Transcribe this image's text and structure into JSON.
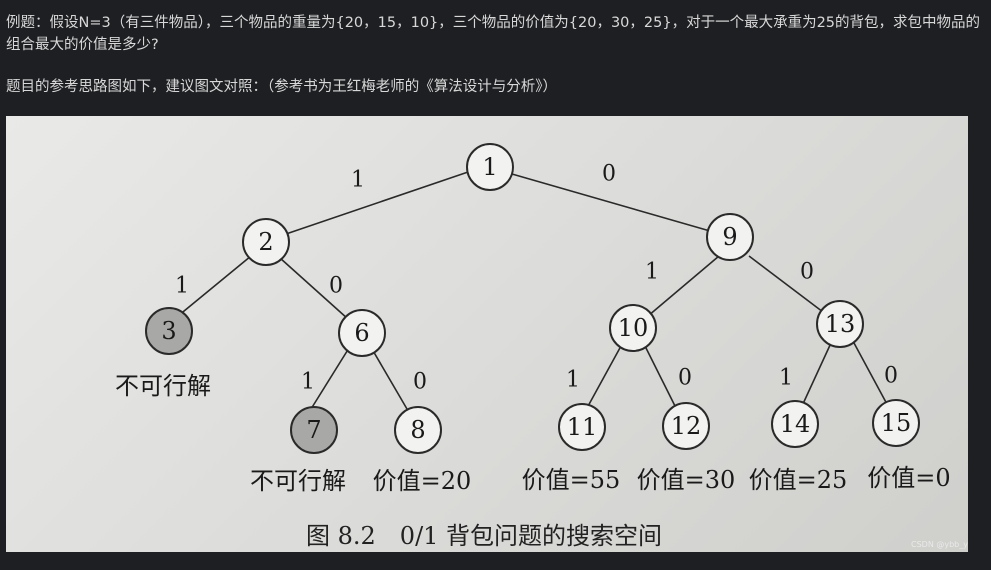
{
  "text": {
    "problem": "例题：假设N=3（有三件物品），三个物品的重量为{20，15，10}，三个物品的价值为{20，30，25}，对于一个最大承重为25的背包，求包中物品的组合最大的价值是多少?",
    "hint": "题目的参考思路图如下，建议图文对照：（参考书为王红梅老师的《算法设计与分析》）"
  },
  "figure": {
    "caption": "图 8.2　0/1 背包问题的搜索空间",
    "watermark": "CSDN @ybb_ybb",
    "infeasible_label": "不可行解",
    "nodes": [
      "1",
      "2",
      "3",
      "6",
      "7",
      "8",
      "9",
      "10",
      "11",
      "12",
      "13",
      "14",
      "15"
    ],
    "edge_labels": {
      "e1_2": "1",
      "e1_9": "0",
      "e2_3": "1",
      "e2_6": "0",
      "e6_7": "1",
      "e6_8": "0",
      "e9_10": "1",
      "e9_13": "0",
      "e10_11": "1",
      "e10_12": "0",
      "e13_14": "1",
      "e13_15": "0"
    },
    "leaf_notes": {
      "n3": "不可行解",
      "n7": "不可行解",
      "n8": "价值=20",
      "n11": "价值=55",
      "n12": "价值=30",
      "n14": "价值=25",
      "n15": "价值=0"
    },
    "colors": {
      "infeasible_fill": "#a8a8a6",
      "node_fill": "#f2f2f0"
    }
  }
}
